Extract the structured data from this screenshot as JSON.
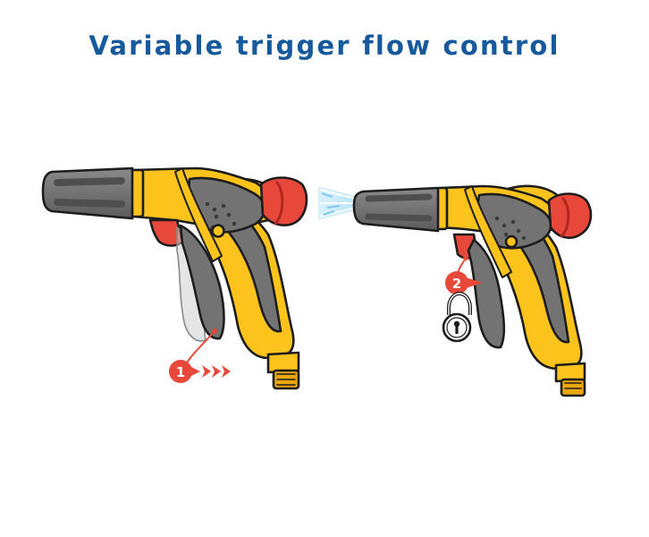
{
  "title": "Variable trigger flow control",
  "colors": {
    "title": "#17599d",
    "body_yellow": "#fbc31c",
    "body_yellow_shade": "#e9a60f",
    "grey": "#737373",
    "grey_dark": "#4f4f4f",
    "red": "#e8483a",
    "outline": "#1d1d1d",
    "spray": "#9fd7f2"
  },
  "steps": [
    {
      "number": "1",
      "action": "squeeze-trigger"
    },
    {
      "number": "2",
      "action": "lock-trigger"
    }
  ],
  "icons": [
    "badge-arrow-icon",
    "triple-arrow-icon",
    "padlock-icon",
    "water-spray-icon"
  ]
}
